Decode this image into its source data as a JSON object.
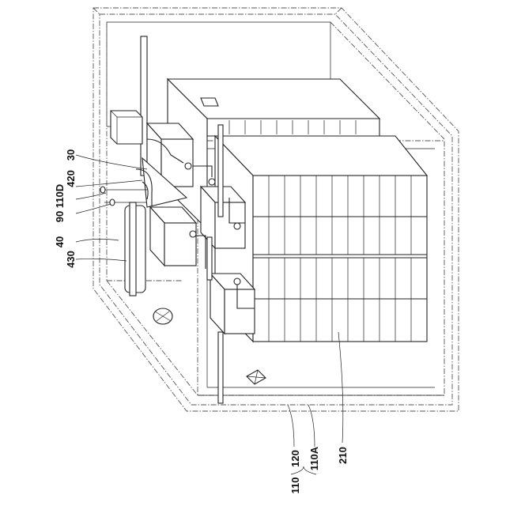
{
  "labels": {
    "ref_30": "30",
    "ref_420": "420",
    "ref_110D": "110D",
    "ref_90": "90",
    "ref_40": "40",
    "ref_430": "430",
    "ref_210": "210",
    "ref_120": "120",
    "ref_110A": "110A",
    "ref_110": "110"
  }
}
